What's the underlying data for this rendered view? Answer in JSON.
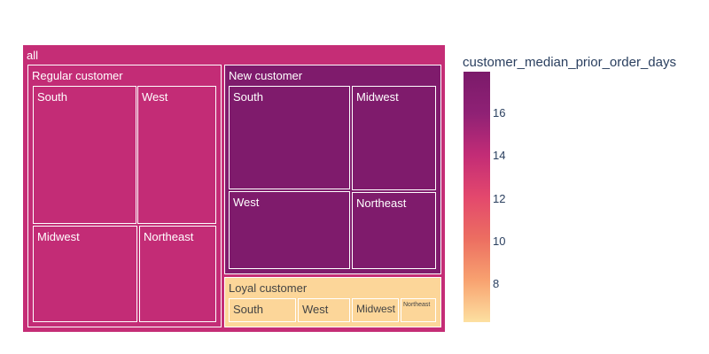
{
  "chart_data": {
    "type": "treemap",
    "root": {
      "label": "all",
      "value": 13.9,
      "children": [
        {
          "label": "Regular customer",
          "value": 14.0,
          "children": [
            {
              "label": "South",
              "value": 14.0
            },
            {
              "label": "West",
              "value": 14.0
            },
            {
              "label": "Midwest",
              "value": 14.0
            },
            {
              "label": "Northeast",
              "value": 14.0
            }
          ]
        },
        {
          "label": "New customer",
          "value": 17.5,
          "children": [
            {
              "label": "South",
              "value": 17.5
            },
            {
              "label": "Midwest",
              "value": 17.5
            },
            {
              "label": "West",
              "value": 17.5
            },
            {
              "label": "Northeast",
              "value": 17.5
            }
          ]
        },
        {
          "label": "Loyal customer",
          "value": 6.5,
          "children": [
            {
              "label": "South",
              "value": 6.5
            },
            {
              "label": "West",
              "value": 6.5
            },
            {
              "label": "Midwest",
              "value": 6.5
            },
            {
              "label": "Northeast",
              "value": 6.5
            }
          ]
        }
      ]
    },
    "colorbar": {
      "title": "customer_median_prior_order_days",
      "ticks": [
        "8",
        "10",
        "12",
        "14",
        "16"
      ],
      "range": [
        6.2,
        17.9
      ],
      "colors": [
        "#fde0a1",
        "#f8a270",
        "#ec6e61",
        "#e3486d",
        "#c32c76",
        "#8f2175",
        "#7b1a6a"
      ]
    }
  }
}
